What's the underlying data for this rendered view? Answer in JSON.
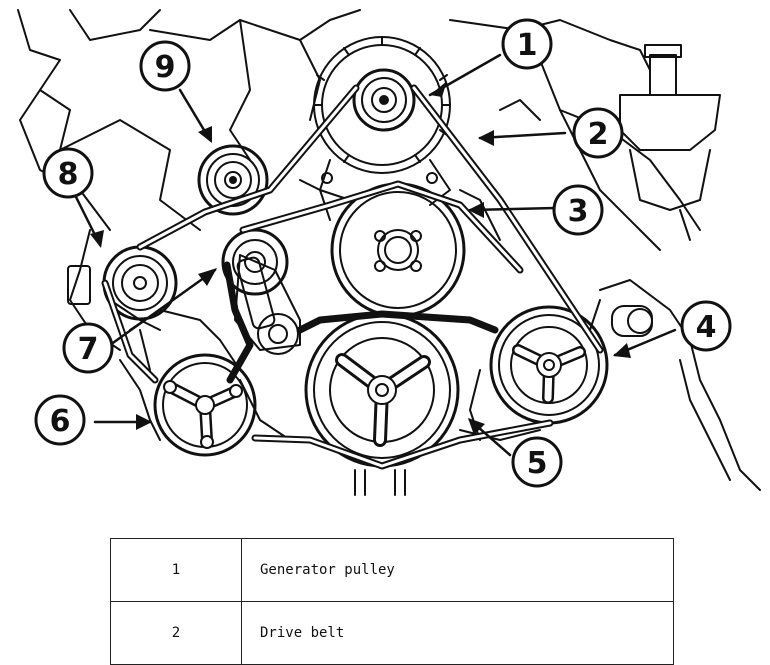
{
  "callouts": [
    "1",
    "2",
    "3",
    "4",
    "5",
    "6",
    "7",
    "8",
    "9"
  ],
  "legend": {
    "rows": [
      {
        "num": "1",
        "desc": "Generator pulley"
      },
      {
        "num": "2",
        "desc": " Drive belt"
      }
    ]
  },
  "colors": {
    "line": "#111111",
    "background": "#ffffff"
  }
}
